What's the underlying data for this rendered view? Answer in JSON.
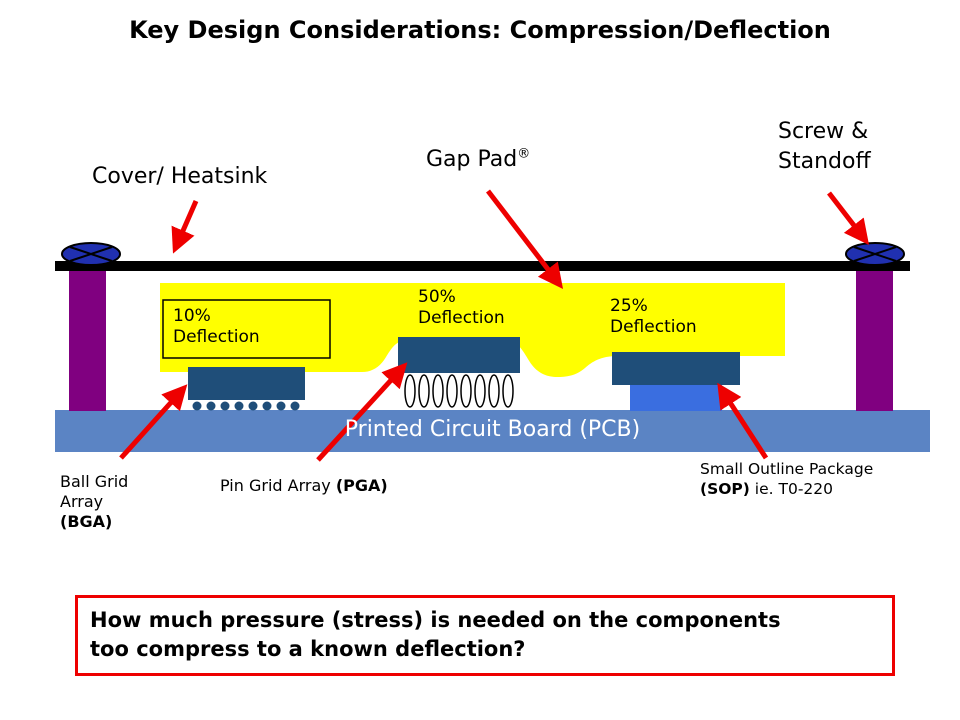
{
  "title": "Key Design Considerations: Compression/Deflection",
  "labels": {
    "cover_heatsink": "Cover/ Heatsink",
    "gap_pad": "Gap Pad",
    "gap_pad_reg": "®",
    "screw_standoff_line1": "Screw &",
    "screw_standoff_line2": "Standoff"
  },
  "deflections": {
    "d10": {
      "pct": "10%",
      "word": "Deflection"
    },
    "d50": {
      "pct": "50%",
      "word": "Deflection"
    },
    "d25": {
      "pct": "25%",
      "word": "Deflection"
    }
  },
  "pcb_label": "Printed Circuit Board (PCB)",
  "components": {
    "bga": {
      "line1": "Ball Grid",
      "line2": "Array",
      "abbr": "(BGA)"
    },
    "pga": {
      "name": "Pin Grid Array ",
      "abbr": "(PGA)"
    },
    "sop": {
      "line1": "Small Outline Package",
      "abbr": "(SOP)",
      "suffix": " ie. T0-220"
    }
  },
  "question": {
    "line1": "How much pressure (stress) is needed on the components",
    "line2": "too compress to a known deflection?"
  },
  "colors": {
    "arrow_red": "#EE0000",
    "standoff_purple": "#800080",
    "screw_blue": "#2030B0",
    "pad_yellow": "#FFFF00",
    "component_navy": "#1F4E79",
    "sop_base_blue": "#3A6EE0",
    "pcb_blue": "#5B84C4",
    "cover_black": "#000000"
  }
}
